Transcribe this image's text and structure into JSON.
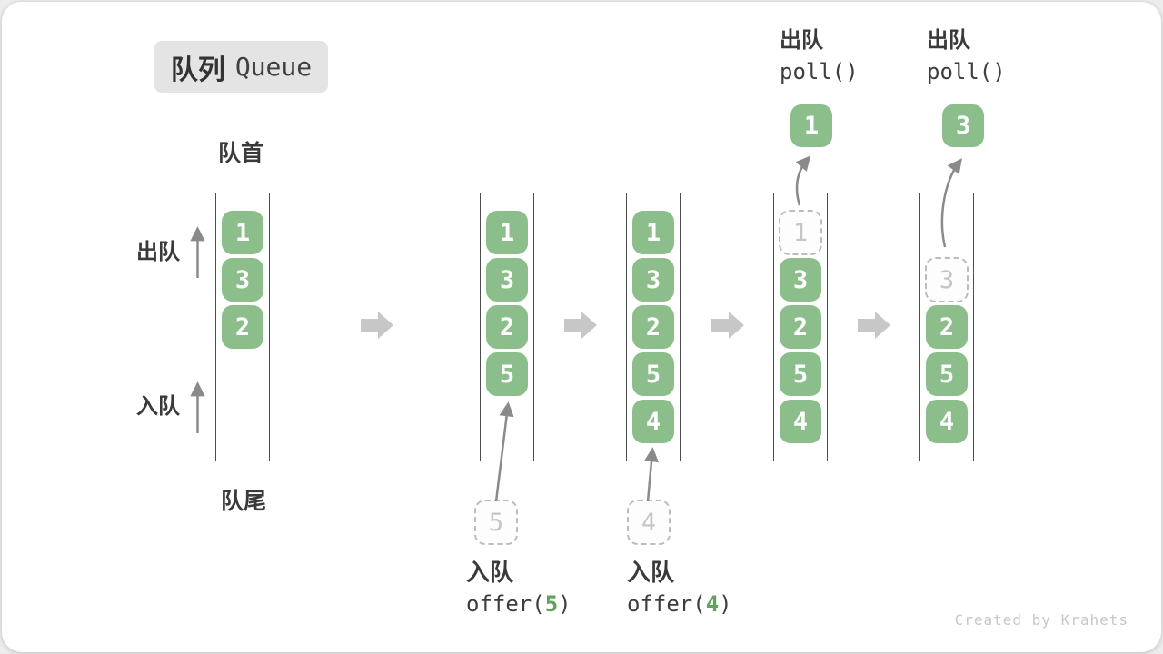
{
  "title": {
    "zh": "队列",
    "en": "Queue"
  },
  "side_labels": {
    "front": "队首",
    "rear": "队尾",
    "dequeue": "出队",
    "enqueue": "入队"
  },
  "watermark": "Created by Krahets",
  "colors": {
    "block_green": "#8cbe8c",
    "accent_green": "#5ea25e",
    "queue_line": "#4d4d4d",
    "thin_arrow": "#8a8a8a",
    "step_arrow": "#c7c7c7",
    "badge_bg": "#e4e4e4",
    "ghost_border": "#bcbcbc"
  },
  "steps": [
    {
      "name": "initial",
      "blocks": [
        "1",
        "3",
        "2"
      ]
    },
    {
      "name": "after-offer-5",
      "blocks": [
        "1",
        "3",
        "2",
        "5"
      ],
      "ghost": "5",
      "action": {
        "label": "入队",
        "code_pre": "offer(",
        "code_num": "5",
        "code_post": ")"
      }
    },
    {
      "name": "after-offer-4",
      "blocks": [
        "1",
        "3",
        "2",
        "5",
        "4"
      ],
      "ghost": "4",
      "action": {
        "label": "入队",
        "code_pre": "offer(",
        "code_num": "4",
        "code_post": ")"
      }
    },
    {
      "name": "after-poll-1",
      "ghost": "1",
      "blocks": [
        "3",
        "2",
        "5",
        "4"
      ],
      "popped": "1",
      "action": {
        "label": "出队",
        "code": "poll()"
      }
    },
    {
      "name": "after-poll-3",
      "ghost": "3",
      "blocks": [
        "2",
        "5",
        "4"
      ],
      "popped": "3",
      "action": {
        "label": "出队",
        "code": "poll()"
      }
    }
  ]
}
